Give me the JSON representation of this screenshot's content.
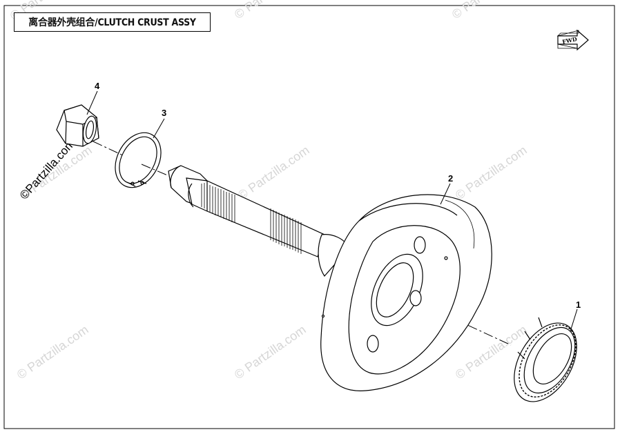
{
  "title": "离合器外壳组合/CLUTCH CRUST ASSY",
  "watermark": "© Partzilla.com",
  "side_watermark": "©Partzilla.com",
  "fwd_label": "FWD",
  "callouts": [
    {
      "number": "1",
      "part": "one-way-clutch-bearing"
    },
    {
      "number": "2",
      "part": "clutch-housing"
    },
    {
      "number": "3",
      "part": "snap-ring"
    },
    {
      "number": "4",
      "part": "hex-nut"
    }
  ]
}
